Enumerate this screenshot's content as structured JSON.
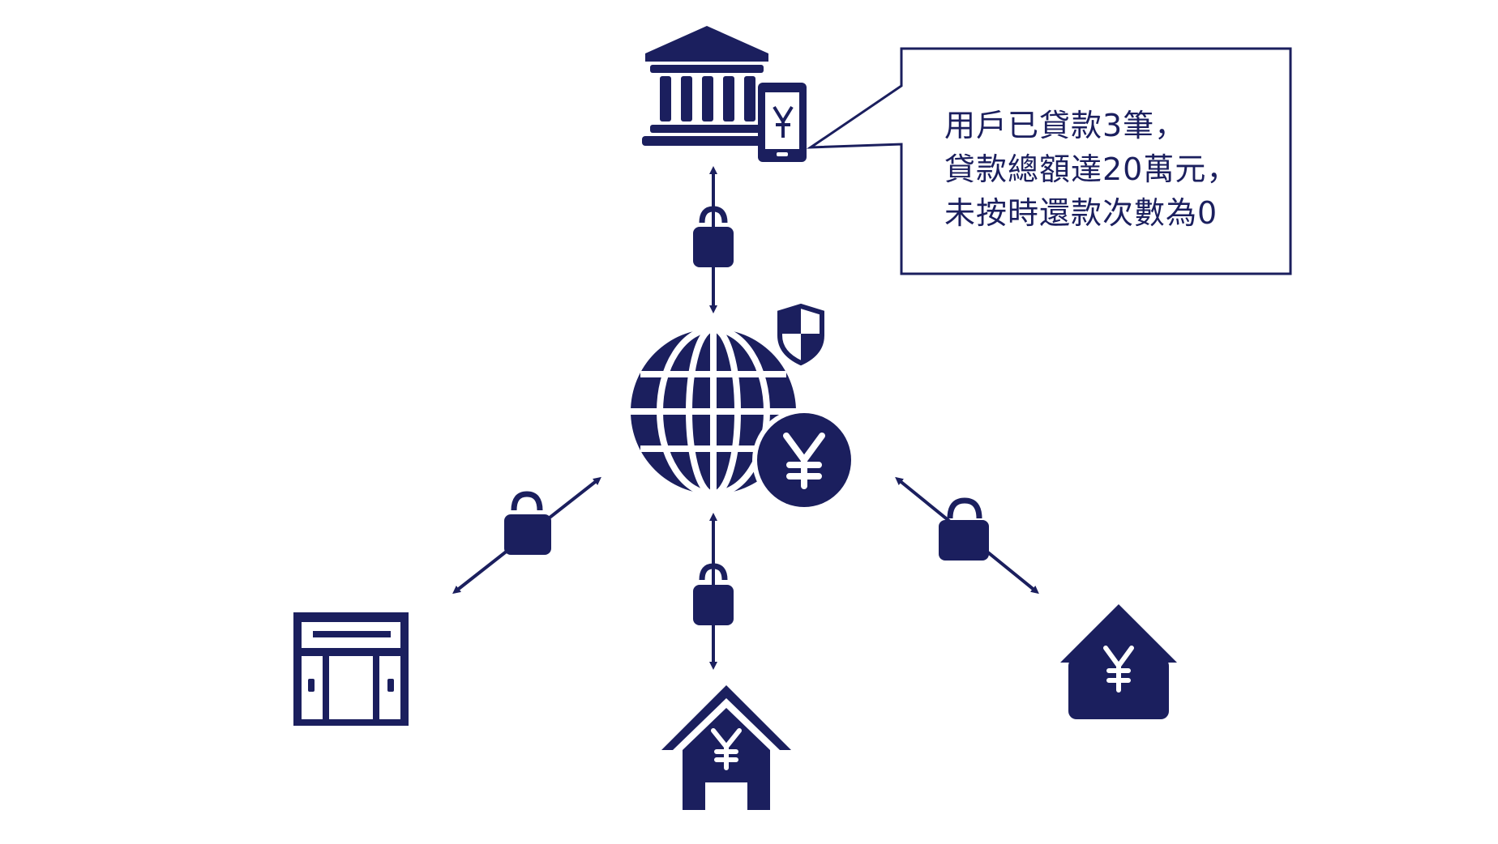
{
  "colors": {
    "primary": "#1b1f5e",
    "background": "#ffffff"
  },
  "icons": {
    "top": "bank-with-phone-icon",
    "center": "globe-with-shield-and-yuan-icon",
    "left": "store-icon",
    "bottom": "house-yuan-icon",
    "right": "home-yuan-icon",
    "connectors": "padlock-arrow-icon"
  },
  "callout": {
    "lines": [
      "用戶已貸款3筆，",
      "貸款總額達20萬元，",
      "未按時還款次數為0"
    ]
  }
}
